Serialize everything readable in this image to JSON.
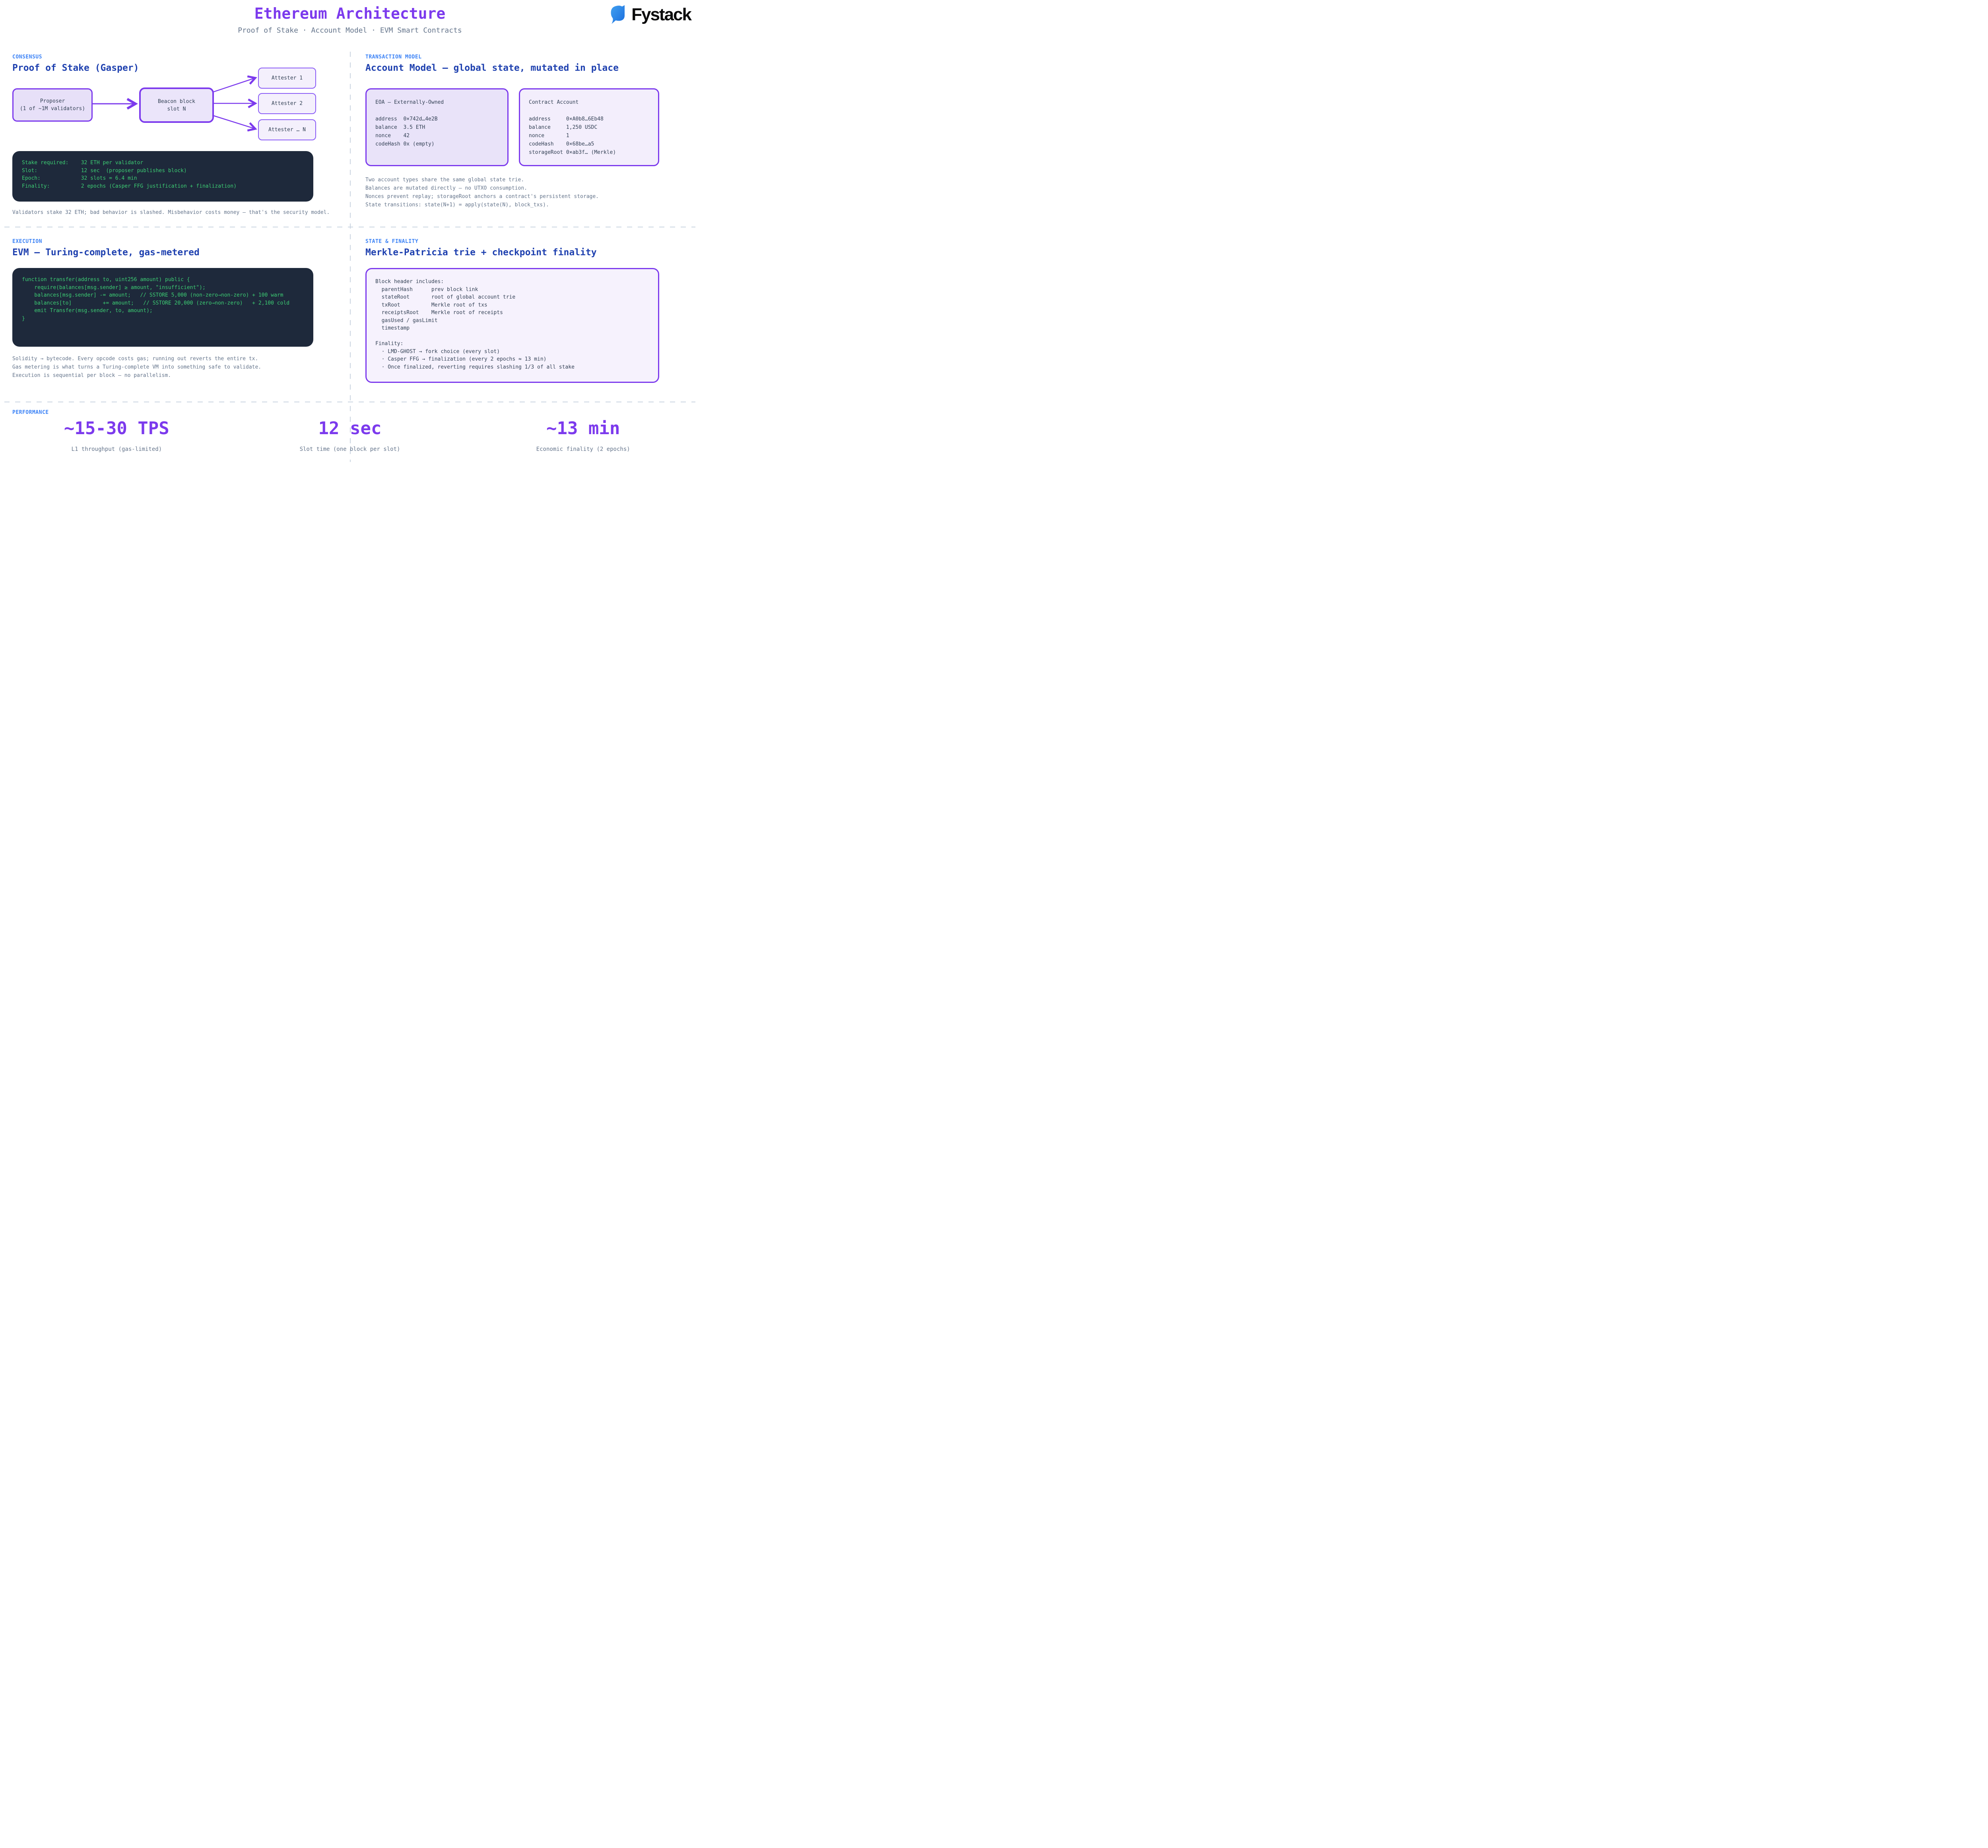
{
  "header": {
    "title": "Ethereum Architecture",
    "subtitle": "Proof of Stake · Account Model · EVM Smart Contracts",
    "brand": "Fystack"
  },
  "colors": {
    "accent_purple": "#7c3aed",
    "heading_blue": "#1e40af",
    "label_blue": "#3b82f6",
    "body_gray": "#64748b",
    "terminal_bg": "#1e293b",
    "terminal_green": "#3dcf74",
    "divider_gray": "#cbd5e1",
    "box_fill_lavender": "#e9e3f9",
    "logo_blue": "#2e8fe9"
  },
  "consensus": {
    "label": "CONSENSUS",
    "heading": "Proof of Stake (Gasper)",
    "proposer_lines": [
      "Proposer",
      "(1 of ~1M validators)"
    ],
    "beacon_lines": [
      "Beacon block",
      "slot N"
    ],
    "attesters": [
      "Attester 1",
      "Attester 2",
      "Attester … N"
    ],
    "stake_box_lines": [
      "Stake required:    32 ETH per validator",
      "Slot:              12 sec  (proposer publishes block)",
      "Epoch:             32 slots = 6.4 min",
      "Finality:          2 epochs (Casper FFG justification + finalization)"
    ],
    "caption": "Validators stake 32 ETH; bad behavior is slashed. Misbehavior costs money — that's the security model."
  },
  "transaction_model": {
    "label": "TRANSACTION MODEL",
    "heading": "Account Model — global state, mutated in place",
    "eoa": {
      "title": "EOA — Externally-Owned",
      "rows": [
        "address  0×742d…4e2B",
        "balance  3.5 ETH",
        "nonce    42",
        "codeHash 0x (empty)"
      ]
    },
    "contract": {
      "title": "Contract Account",
      "rows": [
        "address     0×A0b8…6Eb48",
        "balance     1,250 USDC",
        "nonce       1",
        "codeHash    0×68be…a5",
        "storageRoot 0×ab3f… (Merkle)"
      ]
    },
    "notes": [
      "Two account types share the same global state trie.",
      "Balances are mutated directly — no UTXO consumption.",
      "Nonces prevent replay; storageRoot anchors a contract's persistent storage.",
      "State transitions: state(N+1) = apply(state(N), block_txs)."
    ]
  },
  "execution": {
    "label": "EXECUTION",
    "heading": "EVM — Turing-complete, gas-metered",
    "code_lines": [
      "function transfer(address to, uint256 amount) public {",
      "    require(balances[msg.sender] ≥ amount, \"insufficient\");",
      "    balances[msg.sender] -= amount;   // SSTORE 5,000 (non-zero→non-zero) + 100 warm",
      "    balances[to]          += amount;   // SSTORE 20,000 (zero→non-zero)   + 2,100 cold",
      "    emit Transfer(msg.sender, to, amount);",
      "}"
    ],
    "notes": [
      "Solidity → bytecode. Every opcode costs gas; running out reverts the entire tx.",
      "Gas metering is what turns a Turing-complete VM into something safe to validate.",
      "Execution is sequential per block — no parallelism."
    ]
  },
  "state_finality": {
    "label": "STATE & FINALITY",
    "heading": "Merkle-Patricia trie + checkpoint finality",
    "box_lines": [
      "Block header includes:",
      "  parentHash      prev block link",
      "  stateRoot       root of global account trie",
      "  txRoot          Merkle root of txs",
      "  receiptsRoot    Merkle root of receipts",
      "  gasUsed / gasLimit",
      "  timestamp",
      "",
      "Finality:",
      "  · LMD-GHOST → fork choice (every slot)",
      "  · Casper FFG → finalization (every 2 epochs ≈ 13 min)",
      "  · Once finalized, reverting requires slashing 1/3 of all stake"
    ]
  },
  "performance": {
    "label": "PERFORMANCE",
    "stats": [
      {
        "value": "~15-30 TPS",
        "caption": "L1 throughput (gas-limited)"
      },
      {
        "value": "12 sec",
        "caption": "Slot time (one block per slot)"
      },
      {
        "value": "~13 min",
        "caption": "Economic finality (2 epochs)"
      }
    ]
  }
}
